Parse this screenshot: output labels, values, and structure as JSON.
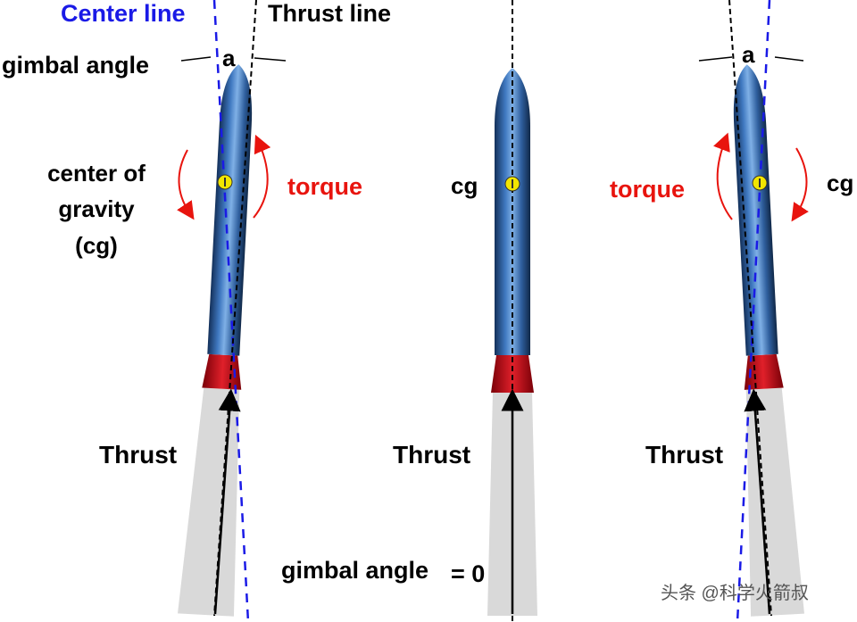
{
  "labels": {
    "center_line": "Center line",
    "thrust_line": "Thrust line",
    "gimbal_angle": "gimbal angle",
    "angle_symbol_left": "a",
    "angle_symbol_right": "a",
    "center_of_gravity": [
      "center of",
      "gravity",
      "(cg)"
    ],
    "torque_left": "torque",
    "torque_right": "torque",
    "cg_middle": "cg",
    "cg_right": "cg",
    "thrust_left": "Thrust",
    "thrust_middle": "Thrust",
    "thrust_right": "Thrust",
    "gimbal_zero": "gimbal angle",
    "gimbal_zero_value": "= 0",
    "watermark": "头条 @科学火箭叔"
  },
  "colors": {
    "rocket_body": "#2f5f9e",
    "nozzle": "#c8101a",
    "plume": "#d9d9d9",
    "center_line": "#1a1ae6",
    "thrust_line": "#000000",
    "torque_arrow": "#e8140e",
    "cg_marker": "#f2e600"
  }
}
